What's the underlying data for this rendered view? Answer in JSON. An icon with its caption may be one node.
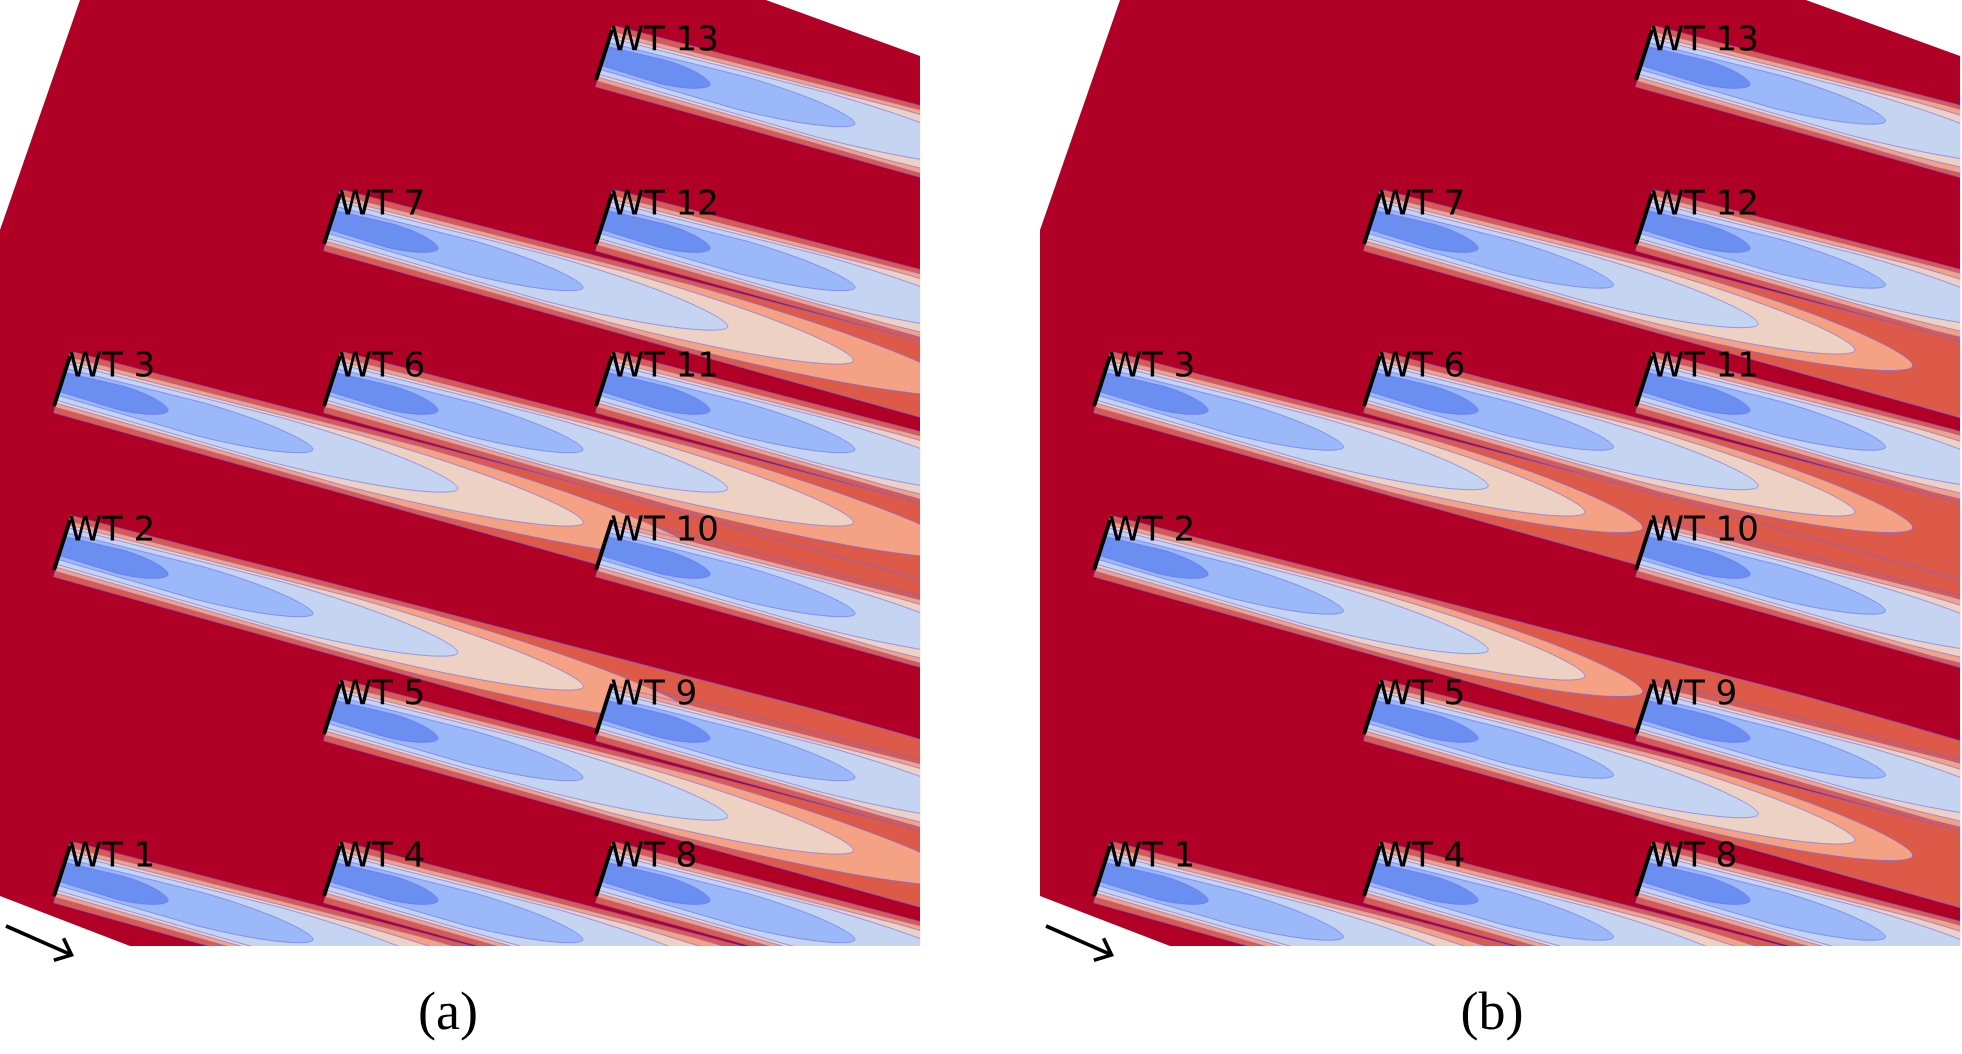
{
  "diagram": {
    "labels": [
      "WT 13",
      "WT 7",
      "WT 12",
      "WT 3",
      "WT 6",
      "WT 11",
      "WT 2",
      "WT 10",
      "WT 5",
      "WT 9",
      "WT 1",
      "WT 4",
      "WT 8",
      "WT 13",
      "WT 7",
      "WT 12",
      "WT 3",
      "WT 6",
      "WT 11",
      "WT 2",
      "WT 10",
      "WT 5",
      "WT 9",
      "WT 1",
      "WT 4",
      "WT 8",
      "(a)",
      "(b)"
    ]
  }
}
